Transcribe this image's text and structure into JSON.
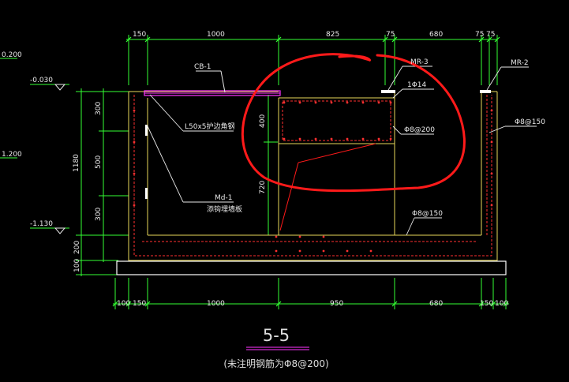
{
  "colors": {
    "background": "#000000",
    "dim_green": "#33ff33",
    "concrete_yellow": "#e8d85a",
    "rebar_red": "#ff3030",
    "markup_red": "#ff1a1a",
    "magenta": "#ff33ff",
    "white": "#ffffff",
    "title_white": "#dddddd"
  },
  "dimensions_top": [
    "150",
    "1000",
    "825",
    "75",
    "680",
    "75",
    "75"
  ],
  "dimensions_bottom": [
    "100",
    "150",
    "1000",
    "950",
    "680",
    "150",
    "100"
  ],
  "dimensions_left": [
    "300",
    "500",
    "300",
    "200",
    "100"
  ],
  "dimension_overall_left": "1180",
  "elevations": [
    "-0.030",
    "-1.130"
  ],
  "elevation_partial_top": "0.200",
  "elevation_partial_mid": "1.200",
  "labels": {
    "cb1": "CB-1",
    "angle": "L50x5护边角钢",
    "md1_line1": "Md-1",
    "md1_line2": "添钩埋墙板",
    "mr3": "MR-3",
    "mr2": "MR-2",
    "rebar_14": "1Φ14",
    "rebar_200": "Φ8@200",
    "rebar_150_right": "Φ8@150",
    "rebar_150_bottom": "Φ8@150",
    "inner_400": "400",
    "inner_720": "720"
  },
  "title": {
    "main": "5-5",
    "note": "(未注明钢筋为Φ8@200)"
  }
}
